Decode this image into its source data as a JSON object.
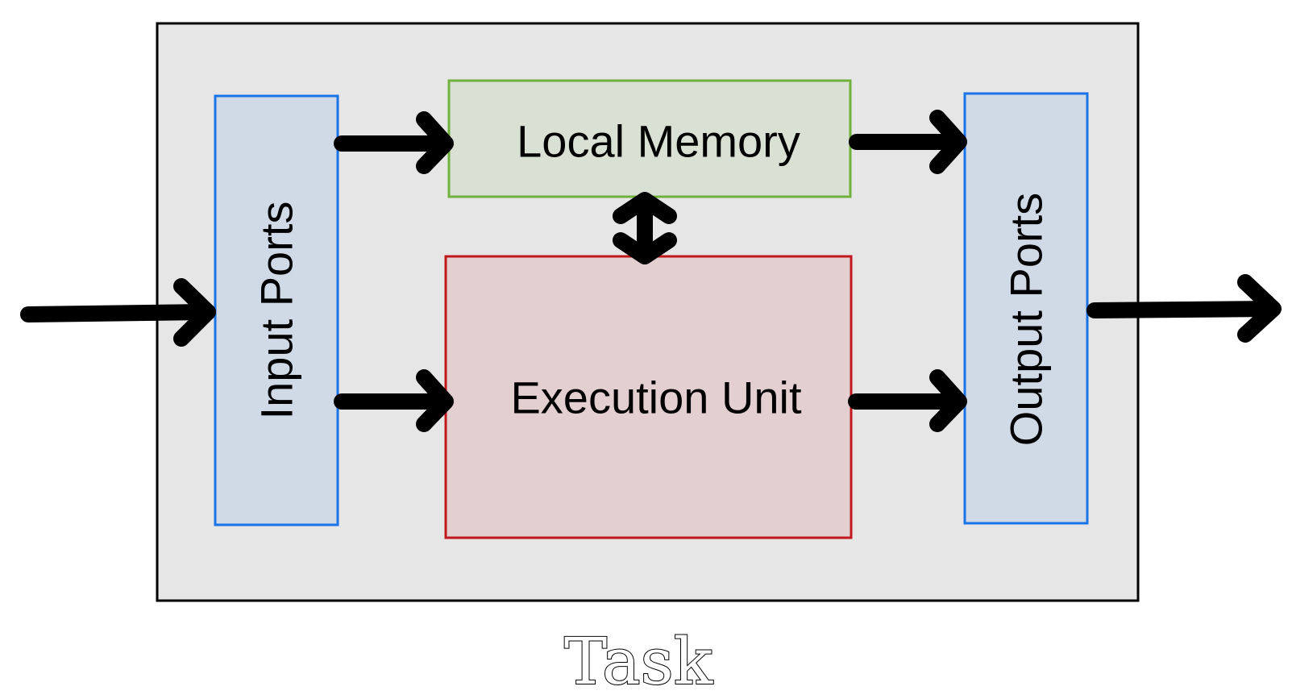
{
  "diagram": {
    "input_ports_label": "Input Ports",
    "output_ports_label": "Output Ports",
    "local_memory_label": "Local Memory",
    "execution_unit_label": "Execution Unit",
    "caption": "Task"
  },
  "colors": {
    "task_fill": "#e6e6e6",
    "task_border": "#000000",
    "ports_fill": "#d0dae6",
    "ports_border": "#1a74e8",
    "memory_fill": "#d9e1d4",
    "memory_border": "#6fb13a",
    "execution_fill": "#e4cfd0",
    "execution_border": "#c0181c",
    "arrow": "#000000"
  }
}
